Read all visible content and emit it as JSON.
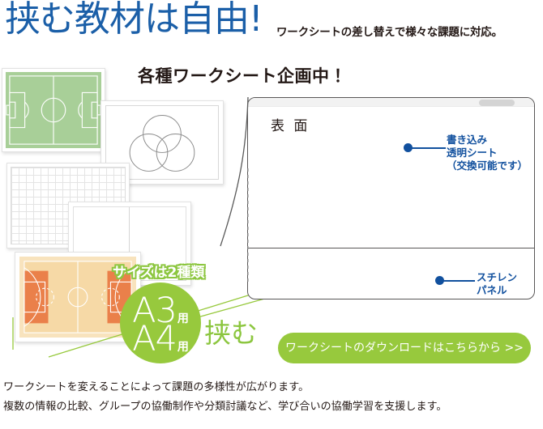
{
  "header": {
    "title": "挟む教材は自由!",
    "subtitle": "ワークシートの差し替えで様々な課題に対応。",
    "section_title": "各種ワークシート企画中！",
    "title_color": "#1B5FA8"
  },
  "worksheets": [
    {
      "name": "soccer-field-worksheet",
      "type": "soccer",
      "field_color": "#a8cf98"
    },
    {
      "name": "venn-diagram-worksheet",
      "type": "venn",
      "circle_count": 3
    },
    {
      "name": "grid-paper-worksheet",
      "type": "grid"
    },
    {
      "name": "two-column-worksheet",
      "type": "tchart",
      "columns": 2
    },
    {
      "name": "basketball-court-worksheet",
      "type": "basketball",
      "court_color": "#f8e3bd",
      "key_color": "#e8703a"
    }
  ],
  "size_badge": {
    "label": "サイズは2種類",
    "badge_color": "#8cc63f",
    "options": [
      {
        "size": "A3",
        "suffix": "用"
      },
      {
        "size": "A4",
        "suffix": "用"
      }
    ],
    "circle_color": "#97c93d"
  },
  "insert_label": "挟む",
  "board": {
    "face_label": "表 面",
    "border_color": "#595757"
  },
  "callouts": [
    {
      "name": "transparent-sheet-callout",
      "lines": [
        "書き込み",
        "透明シート",
        "（交換可能です）"
      ],
      "color": "#11509E"
    },
    {
      "name": "styrene-panel-callout",
      "lines": [
        "スチレン",
        "パネル"
      ],
      "color": "#11509E"
    }
  ],
  "download_button": {
    "label": "ワークシートのダウンロードはこちらから >>",
    "color": "#97c93d"
  },
  "footer": {
    "line1": "ワークシートを変えることによって課題の多様性が広がります。",
    "line2": "複数の情報の比較、グループの協働制作や分類討議など、学び合いの協働学習を支援します。"
  }
}
